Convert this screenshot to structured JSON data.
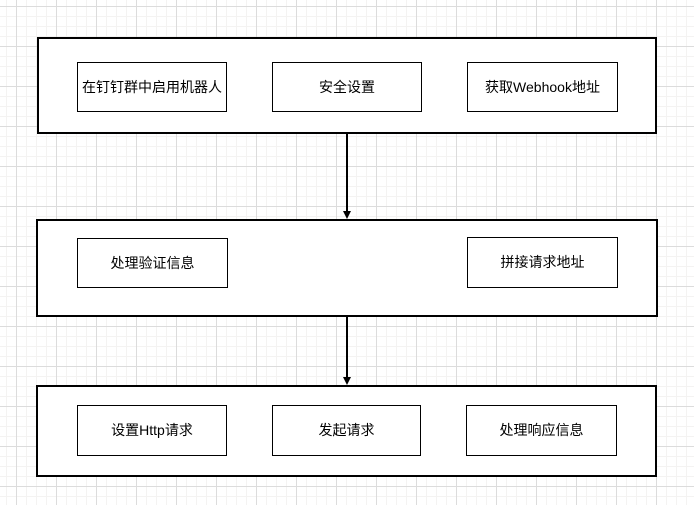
{
  "canvas": {
    "background": "#ffffff",
    "grid_minor_color": "#f4f3f2",
    "grid_major_color": "#dcdcdc",
    "stroke_color": "#000000",
    "node_fill": "#ffffff"
  },
  "diagram": {
    "type": "flowchart",
    "stages": [
      {
        "id": "stage-1",
        "nodes": [
          {
            "label": "在钉钉群中启用机器人"
          },
          {
            "label": "安全设置"
          },
          {
            "label": "获取Webhook地址"
          }
        ]
      },
      {
        "id": "stage-2",
        "nodes": [
          {
            "label": "处理验证信息"
          },
          {
            "label": "拼接请求地址"
          }
        ]
      },
      {
        "id": "stage-3",
        "nodes": [
          {
            "label": "设置Http请求"
          },
          {
            "label": "发起请求"
          },
          {
            "label": "处理响应信息"
          }
        ]
      }
    ],
    "connectors": [
      {
        "from": "stage-1",
        "to": "stage-2",
        "direction": "down"
      },
      {
        "from": "stage-2",
        "to": "stage-3",
        "direction": "down"
      }
    ]
  }
}
